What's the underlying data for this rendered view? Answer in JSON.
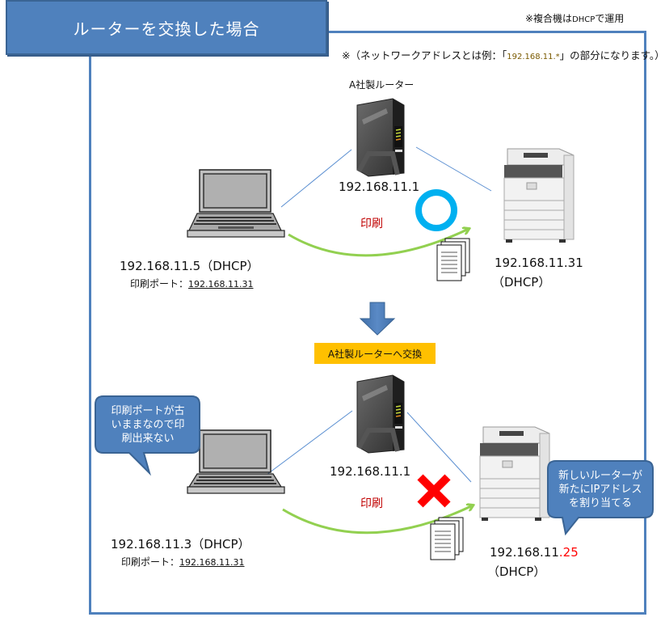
{
  "title": "ルーターを交換した場合",
  "notes": {
    "printer_mode_prefix": "※複合機は",
    "printer_mode_dhcp": "DHCP",
    "printer_mode_suffix": "で運用",
    "network_prefix": "※（ネットワークアドレスとは例：「",
    "network_example": "192.168.11.*",
    "network_suffix": "」の部分になります。）"
  },
  "before": {
    "router_label": "A社製ルーター",
    "router_ip": "192.168.11.1",
    "pc_ip": "192.168.11.5（DHCP）",
    "pc_port_label": "印刷ポート：",
    "pc_port_value": "192.168.11.31",
    "printer_ip": "192.168.11.31",
    "printer_mode": "（DHCP）",
    "print_label": "印刷",
    "status": "success-circle"
  },
  "transition": {
    "label": "A社製ルーターへ交換"
  },
  "after": {
    "router_ip": "192.168.11.1",
    "pc_ip": "192.168.11.3（DHCP）",
    "pc_port_label": "印刷ポート：",
    "pc_port_value": "192.168.11.31",
    "printer_ip_prefix": "192.168.11",
    "printer_ip_suffix": ".25",
    "printer_mode": "（DHCP）",
    "print_label": "印刷",
    "status": "fail-cross",
    "pc_bubble": [
      "印刷ポートが古",
      "いままなので印",
      "刷出来ない"
    ],
    "printer_bubble": [
      "新しいルーターが",
      "新たにIPアドレス",
      "を割り当てる"
    ]
  },
  "colors": {
    "frame": "#4f81bd",
    "title_bg": "#4f81bd",
    "tag_bg": "#ffc000",
    "print_red": "#c00000",
    "ok_circle": "#00b0f0",
    "fail_cross": "#ff0000",
    "arrow_green": "#92d050"
  }
}
